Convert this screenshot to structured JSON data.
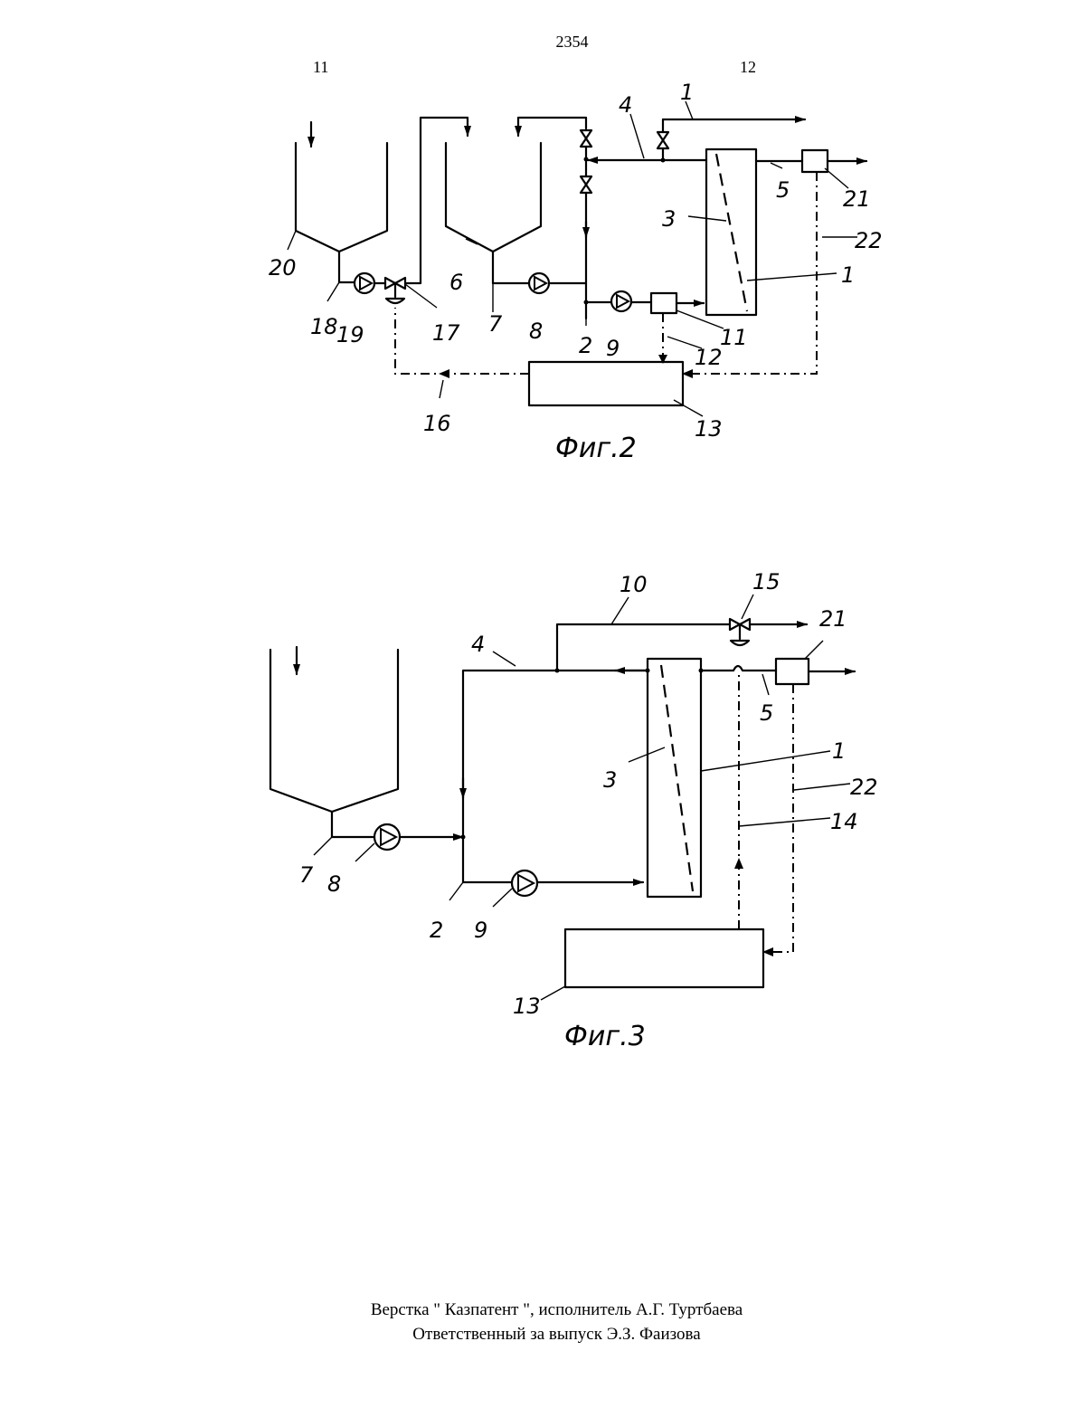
{
  "header": {
    "page_number": "2354",
    "col_left": "11",
    "col_right": "12"
  },
  "figure2": {
    "caption": "Фиг.2",
    "labels": {
      "l1a": "1",
      "l4": "4",
      "l5": "5",
      "l21": "21",
      "l3": "3",
      "l22": "22",
      "l20": "20",
      "l6": "6",
      "l1b": "1",
      "l18": "18",
      "l19": "19",
      "l17": "17",
      "l7": "7",
      "l8": "8",
      "l2": "2",
      "l9": "9",
      "l11": "11",
      "l12": "12",
      "l16": "16",
      "l13": "13"
    }
  },
  "figure3": {
    "caption": "Фиг.3",
    "labels": {
      "l10": "10",
      "l15": "15",
      "l21": "21",
      "l4": "4",
      "l5": "5",
      "l1": "1",
      "l3": "3",
      "l22": "22",
      "l14": "14",
      "l7": "7",
      "l8": "8",
      "l2": "2",
      "l9": "9",
      "l13": "13"
    }
  },
  "footer": {
    "line1": "Верстка \" Казпатент \", исполнитель А.Г. Туртбаева",
    "line2": "Ответственный за выпуск  Э.З. Фаизова"
  }
}
